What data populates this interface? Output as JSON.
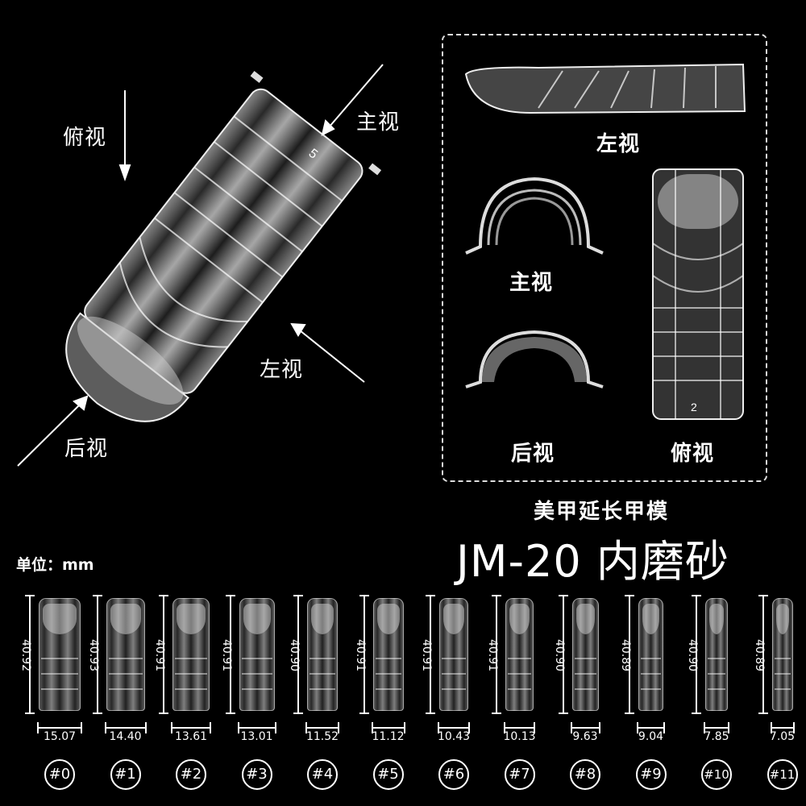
{
  "main_view": {
    "labels": {
      "top": "俯视",
      "front": "主视",
      "left": "左视",
      "back": "后视"
    },
    "tip_number": "5"
  },
  "inset": {
    "labels": {
      "left": "左视",
      "front": "主视",
      "back": "后视",
      "top": "俯视"
    },
    "tip_number": "2"
  },
  "product": {
    "subtitle": "美甲延长甲模",
    "title": "JM-20 内磨砂"
  },
  "unit": "单位：mm",
  "sizes": [
    {
      "id": "#0",
      "length": "40.92",
      "width": "15.07"
    },
    {
      "id": "#1",
      "length": "40.93",
      "width": "14.40"
    },
    {
      "id": "#2",
      "length": "40.91",
      "width": "13.61"
    },
    {
      "id": "#3",
      "length": "40.91",
      "width": "13.01"
    },
    {
      "id": "#4",
      "length": "40.90",
      "width": "11.52"
    },
    {
      "id": "#5",
      "length": "40.91",
      "width": "11.12"
    },
    {
      "id": "#6",
      "length": "40.91",
      "width": "10.43"
    },
    {
      "id": "#7",
      "length": "40.91",
      "width": "10.13"
    },
    {
      "id": "#8",
      "length": "40.90",
      "width": "9.63"
    },
    {
      "id": "#9",
      "length": "40.89",
      "width": "9.04"
    },
    {
      "id": "#10",
      "length": "40.90",
      "width": "7.85"
    },
    {
      "id": "#11",
      "length": "40.89",
      "width": "7.05"
    }
  ]
}
